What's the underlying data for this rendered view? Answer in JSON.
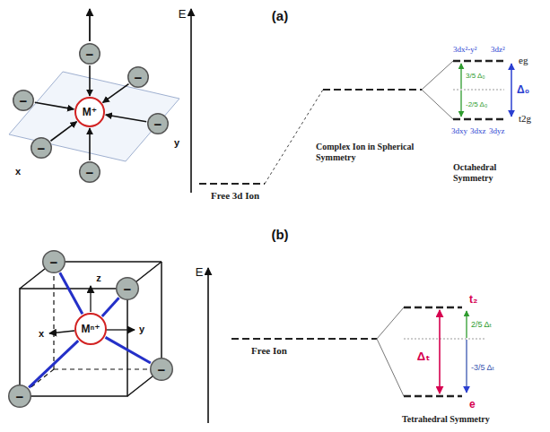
{
  "diagram": {
    "nodes": [
      {
        "text": [
          "M⁺"
        ]
      },
      {
        "text": [
          "−"
        ]
      },
      {
        "text": [
          "−"
        ]
      },
      {
        "text": [
          "−"
        ]
      },
      {
        "text": [
          "−"
        ]
      },
      {
        "text": [
          "−"
        ]
      },
      {
        "text": [
          "−"
        ]
      },
      {
        "text": [
          "Mⁿ⁺"
        ]
      },
      {
        "text": [
          "−"
        ]
      },
      {
        "text": [
          "−"
        ]
      },
      {
        "text": [
          "−"
        ]
      },
      {
        "text": [
          "−"
        ]
      }
    ],
    "edges": [
      {
        "from": 1,
        "to": 0,
        "arrow": "to"
      },
      {
        "from": 2,
        "to": 0,
        "arrow": "to"
      },
      {
        "from": 3,
        "to": 0,
        "arrow": "to"
      },
      {
        "from": 4,
        "to": 0,
        "arrow": "to"
      },
      {
        "from": 5,
        "to": 0,
        "arrow": "to"
      },
      {
        "from": 6,
        "to": 0,
        "arrow": "to"
      },
      {
        "from": 7,
        "to": 8,
        "arrow": "none"
      },
      {
        "from": 7,
        "to": 9,
        "arrow": "none"
      },
      {
        "from": 7,
        "to": 10,
        "arrow": "none"
      },
      {
        "from": 7,
        "to": 11,
        "arrow": "none"
      }
    ],
    "labels": [
      "(a)",
      "x",
      "y",
      "E",
      "Free 3d Ion",
      "Complex Ion in Spherical Symmetry",
      "3dx²-y²",
      "3dz²",
      "eg",
      "3/5 Δ₀",
      "-2/5 Δ₀",
      "Δ₀",
      "3dxy",
      "3dxz",
      "3dyz",
      "t2g",
      "Octahedral Symmetry",
      "(b)",
      "z",
      "x",
      "y",
      "E",
      "Free Ion",
      "t₂",
      "2/5 Δₜ",
      "Δₜ",
      "-3/5 Δₜ",
      "e",
      "Tetrahedral Symmetry"
    ]
  }
}
